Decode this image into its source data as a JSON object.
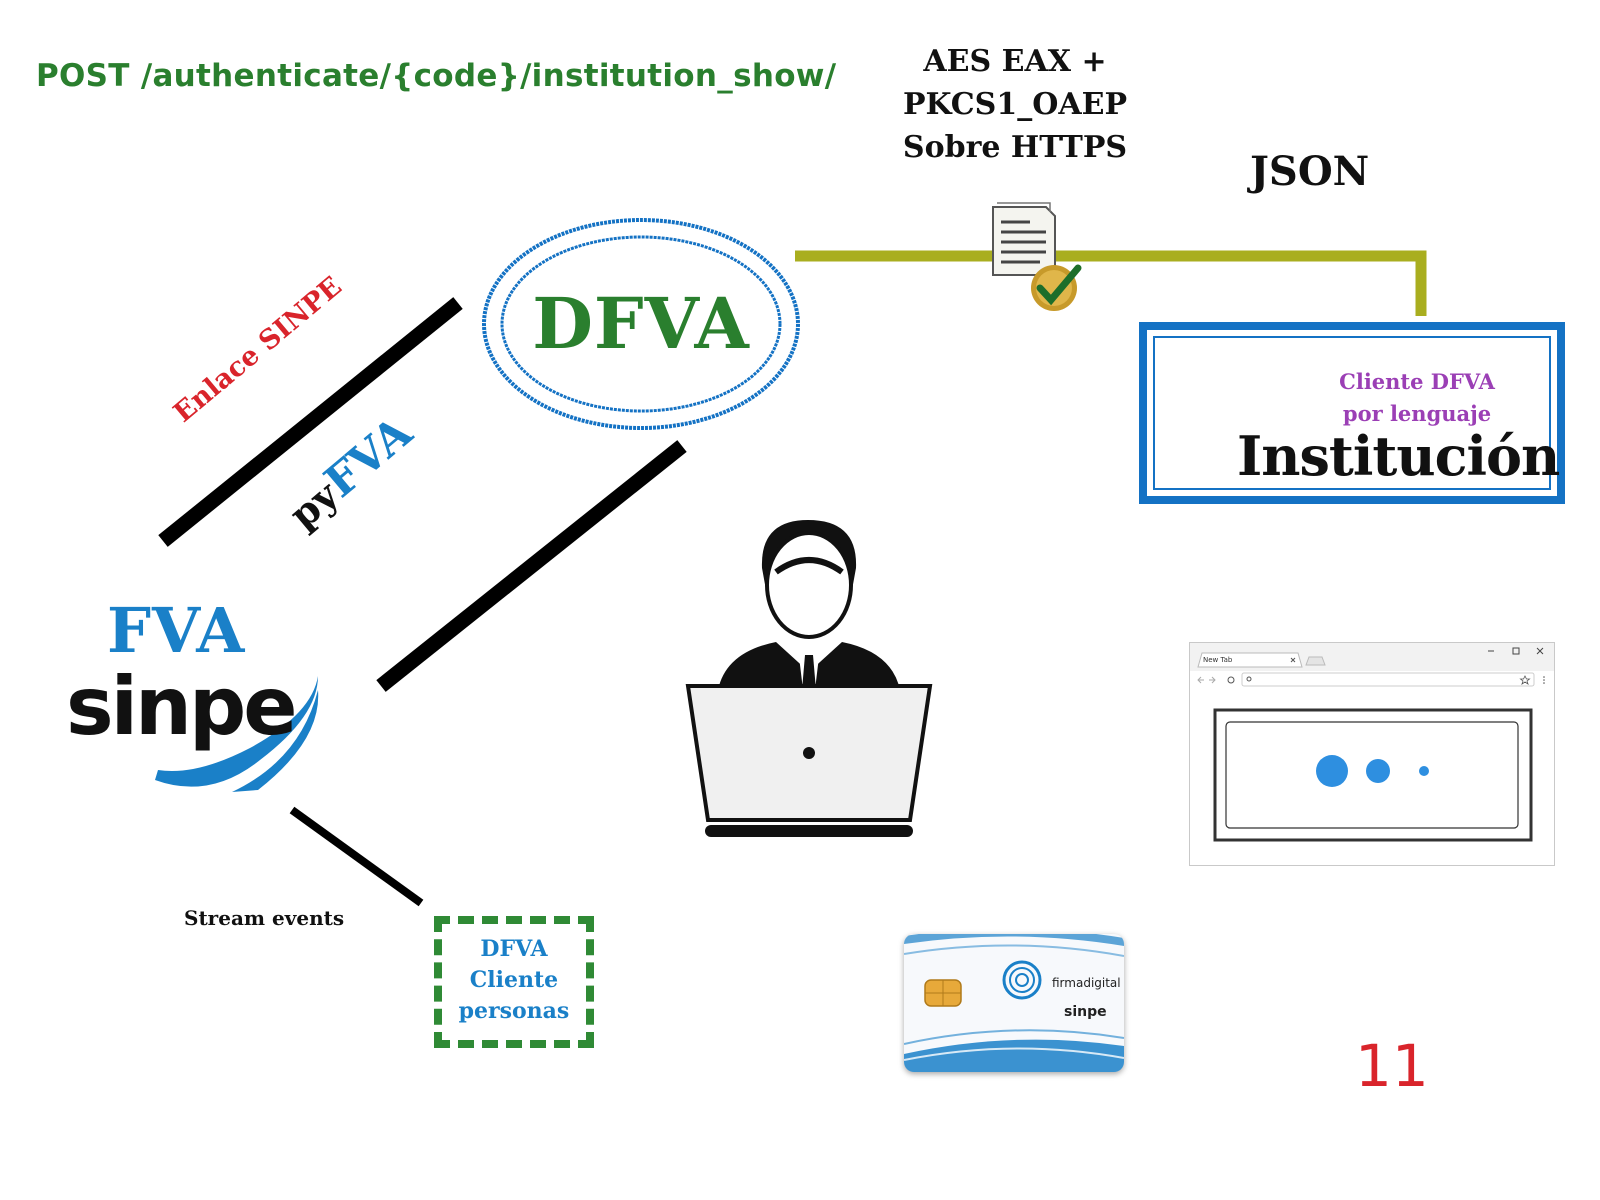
{
  "endpoint": "POST /authenticate/{code}/institution_show/",
  "crypto": {
    "line1": "AES EAX +",
    "line2": "PKCS1_OAEP",
    "line3": "Sobre HTTPS"
  },
  "json_label": "JSON",
  "institution": {
    "client_line1": "Cliente DFVA",
    "client_line2": "por lenguaje",
    "name": "Institución"
  },
  "dfva_server": "DFVA",
  "links": {
    "enlace_word": "Enlace",
    "enlace_sinpe": "SINPE",
    "pyfva_py": "py",
    "pyfva_fva": "FVA"
  },
  "fva_logo": {
    "fva": "FVA",
    "sinpe": "sinpe"
  },
  "stream_events": "Stream events",
  "dfva_persons": {
    "line1": "DFVA",
    "line2": "Cliente",
    "line3": "personas"
  },
  "card": {
    "brand": "firmadigital",
    "sinpe": "sinpe"
  },
  "browser": {
    "tab_label": "New Tab"
  },
  "slide_number": "11",
  "colors": {
    "green": "#2a7f2e",
    "blue": "#1472c4",
    "light_blue": "#1a80c8",
    "red": "#d9242b",
    "purple": "#9b3fb5",
    "olive_line": "#a9ae1f"
  }
}
